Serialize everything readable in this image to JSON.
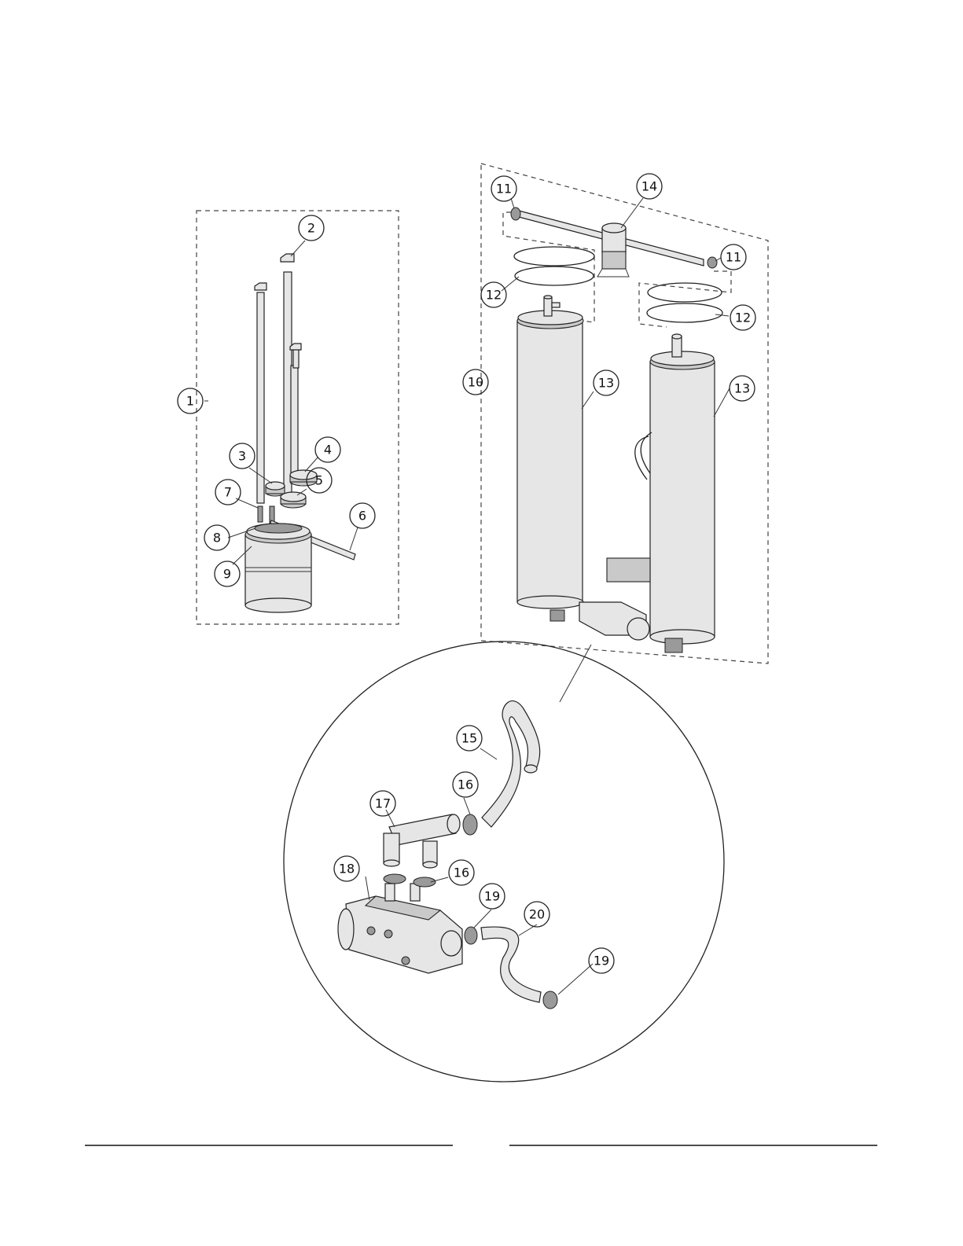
{
  "callouts": {
    "c1": "1",
    "c2": "2",
    "c3": "3",
    "c4": "4",
    "c5": "5",
    "c6": "6",
    "c7": "7",
    "c8": "8",
    "c9": "9",
    "c10": "10",
    "c11a": "11",
    "c11b": "11",
    "c12a": "12",
    "c12b": "12",
    "c13a": "13",
    "c13b": "13",
    "c14": "14",
    "c15": "15",
    "c16a": "16",
    "c16b": "16",
    "c17": "17",
    "c18": "18",
    "c19a": "19",
    "c19b": "19",
    "c20": "20"
  },
  "colors": {
    "line": "#222222",
    "fill": "#e6e6e6",
    "shade": "#c9c9c9"
  }
}
